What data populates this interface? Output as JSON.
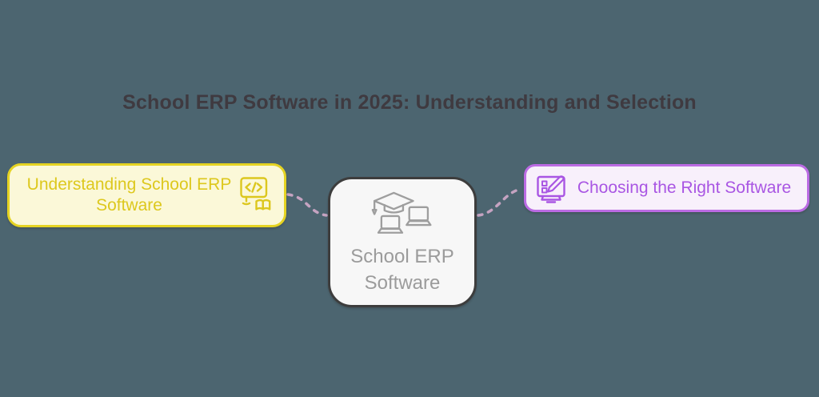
{
  "title": "School ERP Software in 2025: Understanding and Selection",
  "diagram": {
    "center_node": {
      "label": "School ERP Software",
      "icon": "graduation-cap-laptops-icon"
    },
    "left_node": {
      "label": "Understanding School ERP Software",
      "icon": "monitor-code-book-icon"
    },
    "right_node": {
      "label": "Choosing the Right Software",
      "icon": "monitor-edit-pencil-icon"
    }
  },
  "colors": {
    "background": "#4C6570",
    "title_text": "#3F3A40",
    "yellow_node_fill": "#FBF8D8",
    "yellow_node_border": "#E5D322",
    "yellow_node_text": "#DDC81D",
    "purple_node_fill": "#F8F0FB",
    "purple_node_border": "#BB6BE3",
    "purple_node_text": "#A956E3",
    "center_node_fill": "#F7F7F7",
    "center_node_border": "#3D3D3D",
    "center_node_text": "#9B9B9B",
    "connector": "#C5A3C1"
  }
}
